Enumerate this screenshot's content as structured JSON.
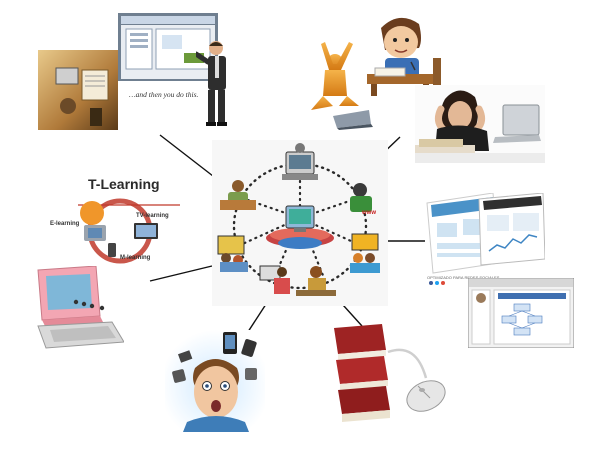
{
  "center_cluster": {
    "labels": {
      "www_sign": "www"
    }
  },
  "t_learning": {
    "title": "T-Learning",
    "e_learning": "E-learning",
    "tv_learning": "TV-learning",
    "m_learning": "M-learning"
  },
  "classroom": {
    "caption": "…and then you do this."
  },
  "web_pages": {
    "footer_note": "OPTIMIZADO PARA REDES SOCIALES"
  },
  "colors": {
    "connector": "#111111",
    "accent_orange": "#f0962a",
    "tl_red": "#c0392b",
    "dots": "#2a2a2a"
  }
}
